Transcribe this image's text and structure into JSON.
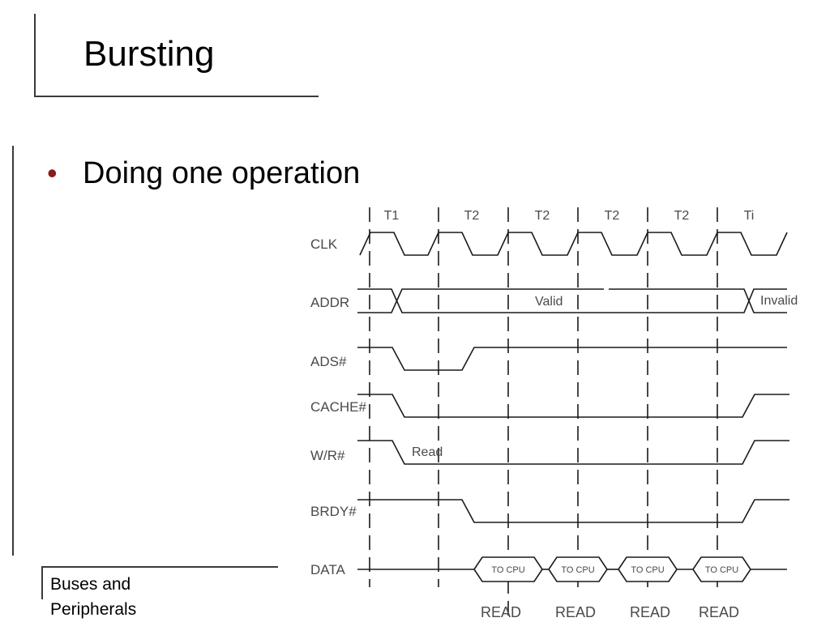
{
  "slide": {
    "title": "Bursting",
    "bullet": "Doing one operation",
    "footer": "Buses and Peripherals"
  },
  "diagram": {
    "periods": [
      "T1",
      "T2",
      "T2",
      "T2",
      "T2",
      "Ti"
    ],
    "signals": [
      "CLK",
      "ADDR",
      "ADS#",
      "CACHE#",
      "W/R#",
      "BRDY#",
      "DATA"
    ],
    "addr_valid": "Valid",
    "addr_invalid": "Invalid",
    "wr_annotation": "Read",
    "data_cells": [
      "TO CPU",
      "TO CPU",
      "TO CPU",
      "TO CPU"
    ],
    "read_labels": [
      "READ",
      "READ",
      "READ",
      "READ"
    ]
  },
  "colors": {
    "bullet": "#8b1a1a",
    "line": "#1a1a1a",
    "label": "#4a4a4a"
  }
}
